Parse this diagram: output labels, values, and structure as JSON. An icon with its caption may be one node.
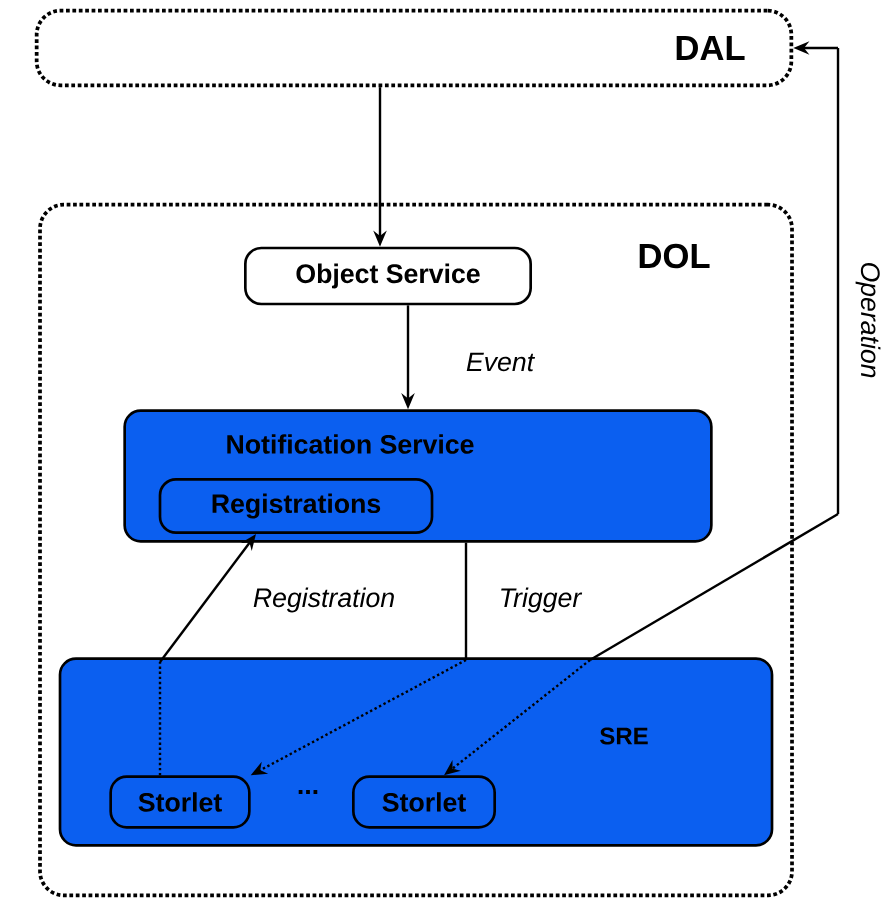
{
  "diagram": {
    "nodes": [
      {
        "text": [
          "DAL"
        ]
      },
      {
        "text": [
          "DOL"
        ]
      },
      {
        "text": [
          "Object Service"
        ],
        "in": 1
      },
      {
        "text": [
          "Notification Service"
        ],
        "in": 1
      },
      {
        "text": [
          "Registrations"
        ],
        "in": 3
      },
      {
        "text": [
          "SRE"
        ],
        "in": 1
      },
      {
        "text": [
          "Storlet"
        ],
        "in": 5
      },
      {
        "text": [
          "Storlet"
        ],
        "in": 5
      }
    ],
    "edges": [
      {
        "from": 0,
        "to": 2,
        "arrow": "to"
      },
      {
        "from": 2,
        "to": 3,
        "arrow": "to",
        "label": "Event"
      },
      {
        "from": 6,
        "to": 4,
        "arrow": "to",
        "label": "Registration"
      },
      {
        "from": 3,
        "to": 6,
        "arrow": "to",
        "label": "Trigger",
        "style": "dashed"
      },
      {
        "from": 0,
        "to": 7,
        "arrow": "both",
        "label": "Operation"
      }
    ],
    "labels": [
      "..."
    ]
  }
}
